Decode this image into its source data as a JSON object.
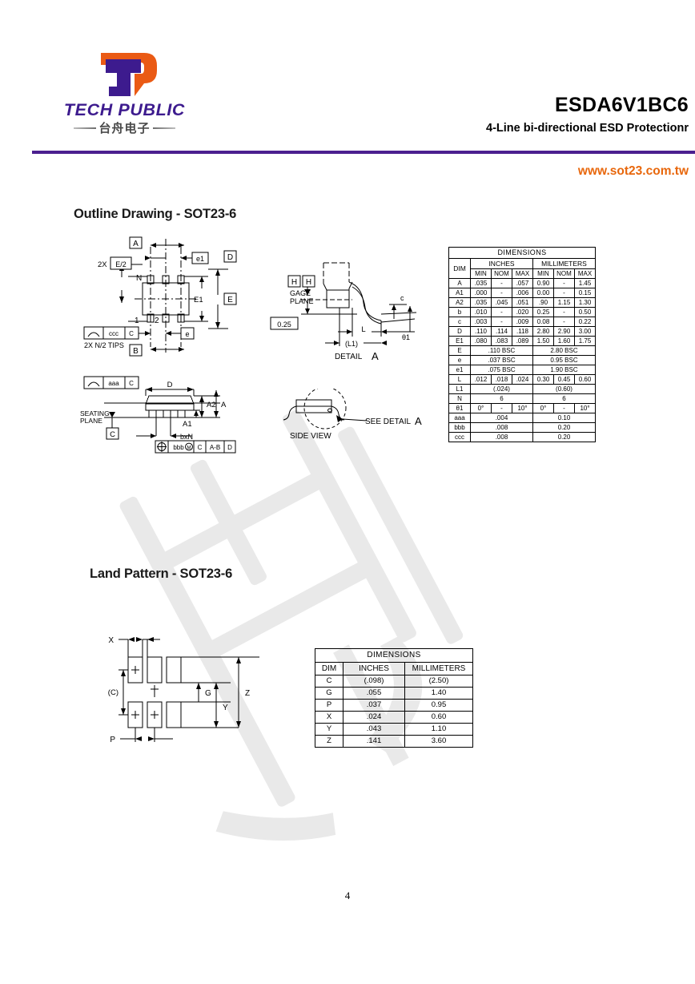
{
  "header": {
    "logo": {
      "mark_alt": "tp-monogram",
      "wordmark": "TECH PUBLIC",
      "chinese": "台舟电子",
      "purple": "#3d1b8e",
      "orange": "#ea5a14"
    },
    "part_number": "ESDA6V1BC6",
    "subtitle": "4-Line  bi-directional ESD Protectionr",
    "url": "www.sot23.com.tw",
    "rule_color": "#4b1f8f",
    "url_color": "#e8670c"
  },
  "sections": {
    "outline_title": "Outline Drawing - SOT23-6",
    "land_title": "Land Pattern - SOT23-6"
  },
  "outline_drawing": {
    "top_view": {
      "labels": {
        "datum_a": "A",
        "datum_b": "B",
        "datum_d": "D",
        "datum_e": "E",
        "e1_dim": "E1",
        "pitch_e": "e",
        "pitch_e1": "e1",
        "lead_count": "N",
        "pin1": "1",
        "pin2": "2",
        "two_x_e_half": "2X",
        "e_half": "E/2",
        "tips_note": "2X N/2 TIPS",
        "fcf_symbol": "profile",
        "fcf_tol": "ccc",
        "fcf_datum": "C"
      }
    },
    "side_view": {
      "labels": {
        "width_d": "D",
        "height_a": "A",
        "standoff_a1": "A1",
        "body_a2": "A2",
        "lead_bxn": "bxN",
        "seating_plane": "SEATING\nPLANE",
        "seating_line1": "SEATING",
        "seating_line2": "PLANE",
        "datum_c": "C",
        "fcf_flat_tol": "aaa",
        "fcf_flat_datum": "C",
        "pos_tol": "bbb",
        "pos_modifier": "M",
        "pos_datum_c": "C",
        "pos_datum_ab": "A-B",
        "pos_datum_d": "D"
      }
    },
    "detail_a": {
      "labels": {
        "gage_plane_1": "GAGE",
        "gage_plane_2": "PLANE",
        "gage_offset": "0.25",
        "datum_h": "H",
        "lead_l": "L",
        "lead_l1": "(L1)",
        "thickness_c": "c",
        "angle_theta1": "θ1",
        "caption_prefix": "DETAIL",
        "caption_letter": "A"
      }
    },
    "small_side_view": {
      "caption": "SIDE VIEW",
      "callout_prefix": "SEE DETAIL",
      "callout_letter": "A"
    },
    "table": {
      "title": "DIMENSIONS",
      "unit_headers": [
        "INCHES",
        "MILLIMETERS"
      ],
      "dim_header": "DIM",
      "sub_headers": [
        "MIN",
        "NOM",
        "MAX",
        "MIN",
        "NOM",
        "MAX"
      ],
      "rows": [
        {
          "dim": "A",
          "type": "full",
          "cells": [
            ".035",
            "-",
            ".057",
            "0.90",
            "-",
            "1.45"
          ]
        },
        {
          "dim": "A1",
          "type": "full",
          "cells": [
            ".000",
            "-",
            ".006",
            "0.00",
            "-",
            "0.15"
          ]
        },
        {
          "dim": "A2",
          "type": "full",
          "cells": [
            ".035",
            ".045",
            ".051",
            ".90",
            "1.15",
            "1.30"
          ]
        },
        {
          "dim": "b",
          "type": "full",
          "cells": [
            ".010",
            "-",
            ".020",
            "0.25",
            "-",
            "0.50"
          ]
        },
        {
          "dim": "c",
          "type": "full",
          "cells": [
            ".003",
            "-",
            ".009",
            "0.08",
            "-",
            "0.22"
          ]
        },
        {
          "dim": "D",
          "type": "full",
          "cells": [
            ".110",
            ".114",
            ".118",
            "2.80",
            "2.90",
            "3.00"
          ]
        },
        {
          "dim": "E1",
          "type": "full",
          "cells": [
            ".080",
            ".083",
            ".089",
            "1.50",
            "1.60",
            "1.75"
          ]
        },
        {
          "dim": "E",
          "type": "span",
          "cells": [
            ".110 BSC",
            "2.80 BSC"
          ]
        },
        {
          "dim": "e",
          "type": "span",
          "cells": [
            ".037 BSC",
            "0.95 BSC"
          ]
        },
        {
          "dim": "e1",
          "type": "span",
          "cells": [
            ".075 BSC",
            "1.90 BSC"
          ]
        },
        {
          "dim": "L",
          "type": "full",
          "cells": [
            ".012",
            ".018",
            ".024",
            "0.30",
            "0.45",
            "0.60"
          ]
        },
        {
          "dim": "L1",
          "type": "span",
          "cells": [
            "(.024)",
            "(0.60)"
          ]
        },
        {
          "dim": "N",
          "type": "span",
          "cells": [
            "6",
            "6"
          ]
        },
        {
          "dim": "θ1",
          "type": "full",
          "cells": [
            "0°",
            "-",
            "10°",
            "0°",
            "-",
            "10°"
          ]
        },
        {
          "dim": "aaa",
          "type": "span",
          "cells": [
            ".004",
            "0.10"
          ]
        },
        {
          "dim": "bbb",
          "type": "span",
          "cells": [
            ".008",
            "0.20"
          ]
        },
        {
          "dim": "ccc",
          "type": "span",
          "cells": [
            ".008",
            "0.20"
          ]
        }
      ]
    }
  },
  "land_pattern": {
    "drawing_labels": {
      "x": "X",
      "c": "(C)",
      "p": "P",
      "g": "G",
      "y": "Y",
      "z": "Z"
    },
    "table": {
      "title": "DIMENSIONS",
      "dim_header": "DIM",
      "unit_headers": [
        "INCHES",
        "MILLIMETERS"
      ],
      "rows": [
        {
          "dim": "C",
          "inches": "(.098)",
          "mm": "(2.50)"
        },
        {
          "dim": "G",
          "inches": ".055",
          "mm": "1.40"
        },
        {
          "dim": "P",
          "inches": ".037",
          "mm": "0.95"
        },
        {
          "dim": "X",
          "inches": ".024",
          "mm": "0.60"
        },
        {
          "dim": "Y",
          "inches": ".043",
          "mm": "1.10"
        },
        {
          "dim": "Z",
          "inches": ".141",
          "mm": "3.60"
        }
      ]
    }
  },
  "footer": {
    "page_number": "4"
  }
}
